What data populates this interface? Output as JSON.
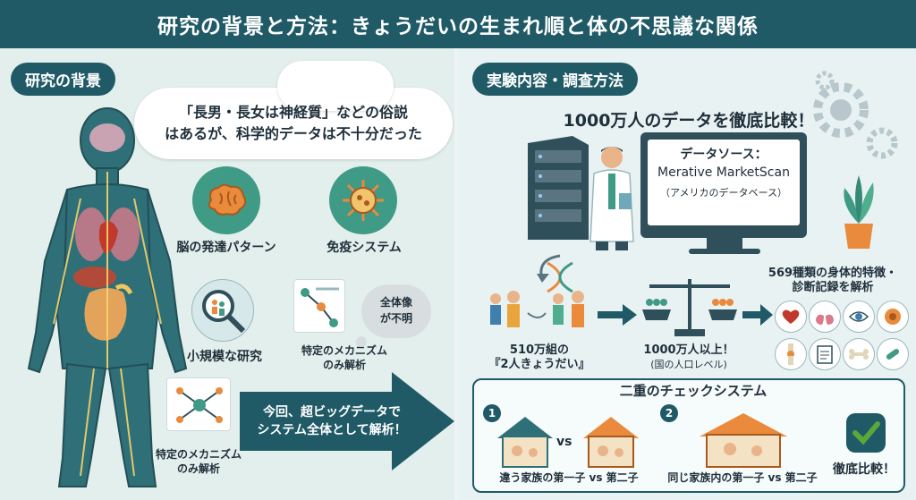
{
  "title": "研究の背景と方法：きょうだいの生まれ順と体の不思議な関係",
  "left": {
    "section_label": "研究の背景",
    "cloud_line1": "「長男・長女は神経質」などの俗説",
    "cloud_line2": "はあるが、科学的データは不十分だった",
    "brain_label": "脳の発達パターン",
    "immune_label": "免疫システム",
    "small_study_label": "小規模な研究",
    "mechanism_label_line1": "特定のメカニズム",
    "mechanism_label_line2": "のみ解析",
    "thought_line1": "全体像",
    "thought_line2": "が不明",
    "bottom_mech_line1": "特定のメカニズム",
    "bottom_mech_line2": "のみ解析",
    "arrow_line1": "今回、超ビッグデータで",
    "arrow_line2": "システム全体として解析！"
  },
  "right": {
    "section_label": "実験内容・調査方法",
    "headline": "1000万人のデータを徹底比較！",
    "monitor_line1": "データソース：",
    "monitor_line2": "Merative MarketScan",
    "monitor_line3": "（アメリカのデータベース）",
    "pairs_line1": "510万組の",
    "pairs_line2": "『2人きょうだい』",
    "scale_line1": "1000万人以上！",
    "scale_line2": "(国の人口レベル)",
    "traits_line1": "569種類の身体的特徴・",
    "traits_line2": "診断記録を解析",
    "vs_label": "vs",
    "check_title": "二重のチェックシステム",
    "check1_num": "1",
    "check2_num": "2",
    "check1_caption": "違う家族の第一子 vs 第二子",
    "check2_caption": "同じ家族内の第一子 vs 第二子",
    "thorough_label": "徹底比較！"
  },
  "colors": {
    "brand": "#1f5a66",
    "accent_orange": "#e98a3c",
    "teal": "#3f9a86",
    "check_green": "#5aa83a"
  }
}
